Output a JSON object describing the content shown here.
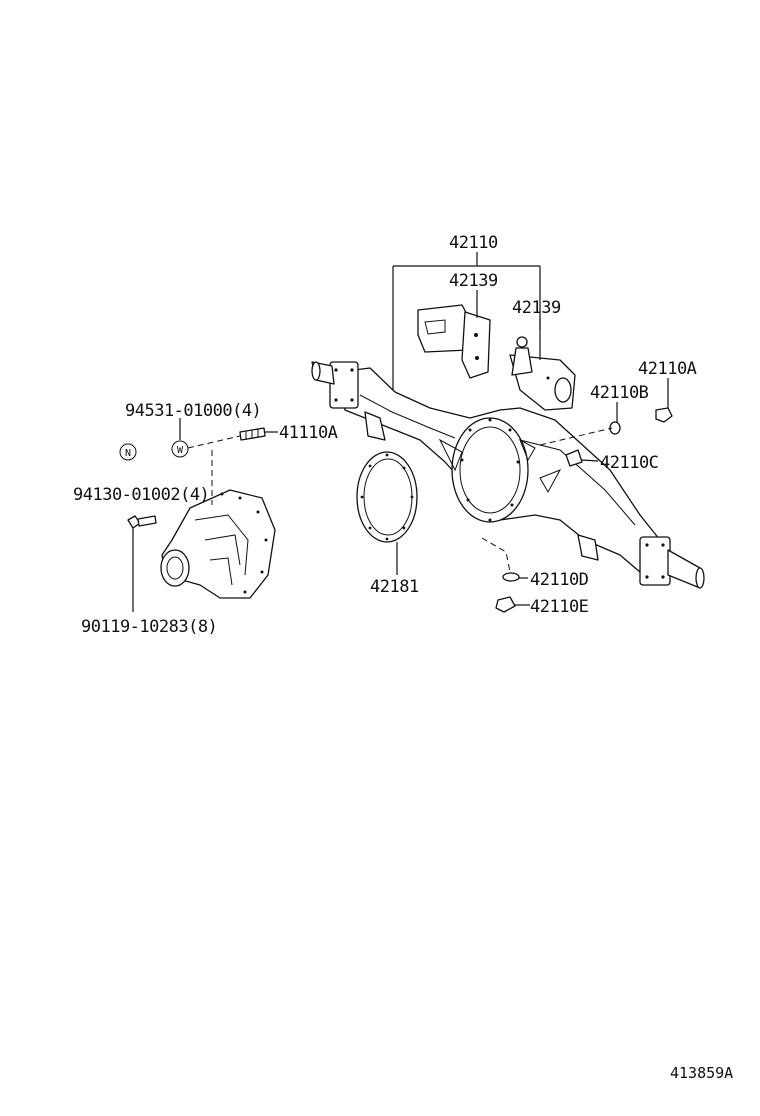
{
  "diagram": {
    "parts": [
      {
        "id": "p42110",
        "number": "42110"
      },
      {
        "id": "p42139a",
        "number": "42139"
      },
      {
        "id": "p42139b",
        "number": "42139"
      },
      {
        "id": "p42110A",
        "number": "42110A"
      },
      {
        "id": "p42110B",
        "number": "42110B"
      },
      {
        "id": "p42110C",
        "number": "42110C"
      },
      {
        "id": "p42110D",
        "number": "42110D"
      },
      {
        "id": "p42110E",
        "number": "42110E"
      },
      {
        "id": "p42181",
        "number": "42181"
      },
      {
        "id": "p41110A",
        "number": "41110A"
      },
      {
        "id": "p94531",
        "number": "94531-01000(4)"
      },
      {
        "id": "p94130",
        "number": "94130-01002(4)"
      },
      {
        "id": "p90119",
        "number": "90119-10283(8)"
      }
    ],
    "symbols": {
      "w": "W",
      "n": "N"
    },
    "reference": "413859A"
  }
}
